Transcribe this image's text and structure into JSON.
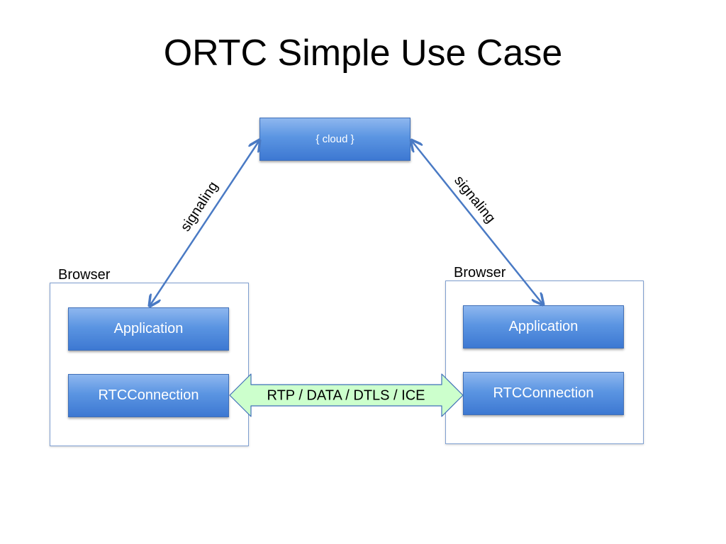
{
  "slide": {
    "title": "ORTC Simple Use Case"
  },
  "cloud": {
    "label": "{ cloud }"
  },
  "left_browser": {
    "label": "Browser",
    "application_label": "Application",
    "rtc_label": "RTCConnection"
  },
  "right_browser": {
    "label": "Browser",
    "application_label": "Application",
    "rtc_label": "RTCConnection"
  },
  "signaling_left": {
    "label": "signaling"
  },
  "signaling_right": {
    "label": "signaling"
  },
  "media_link": {
    "label": "RTP / DATA / DTLS / ICE",
    "fill_color": "#ccffcc",
    "stroke_color": "#3f6fb8"
  },
  "colors": {
    "box_fill": "#4f81d9",
    "box_border": "#3f6fb8",
    "frame_border": "#7f9fd0",
    "arrow": "#4a7ac4"
  }
}
